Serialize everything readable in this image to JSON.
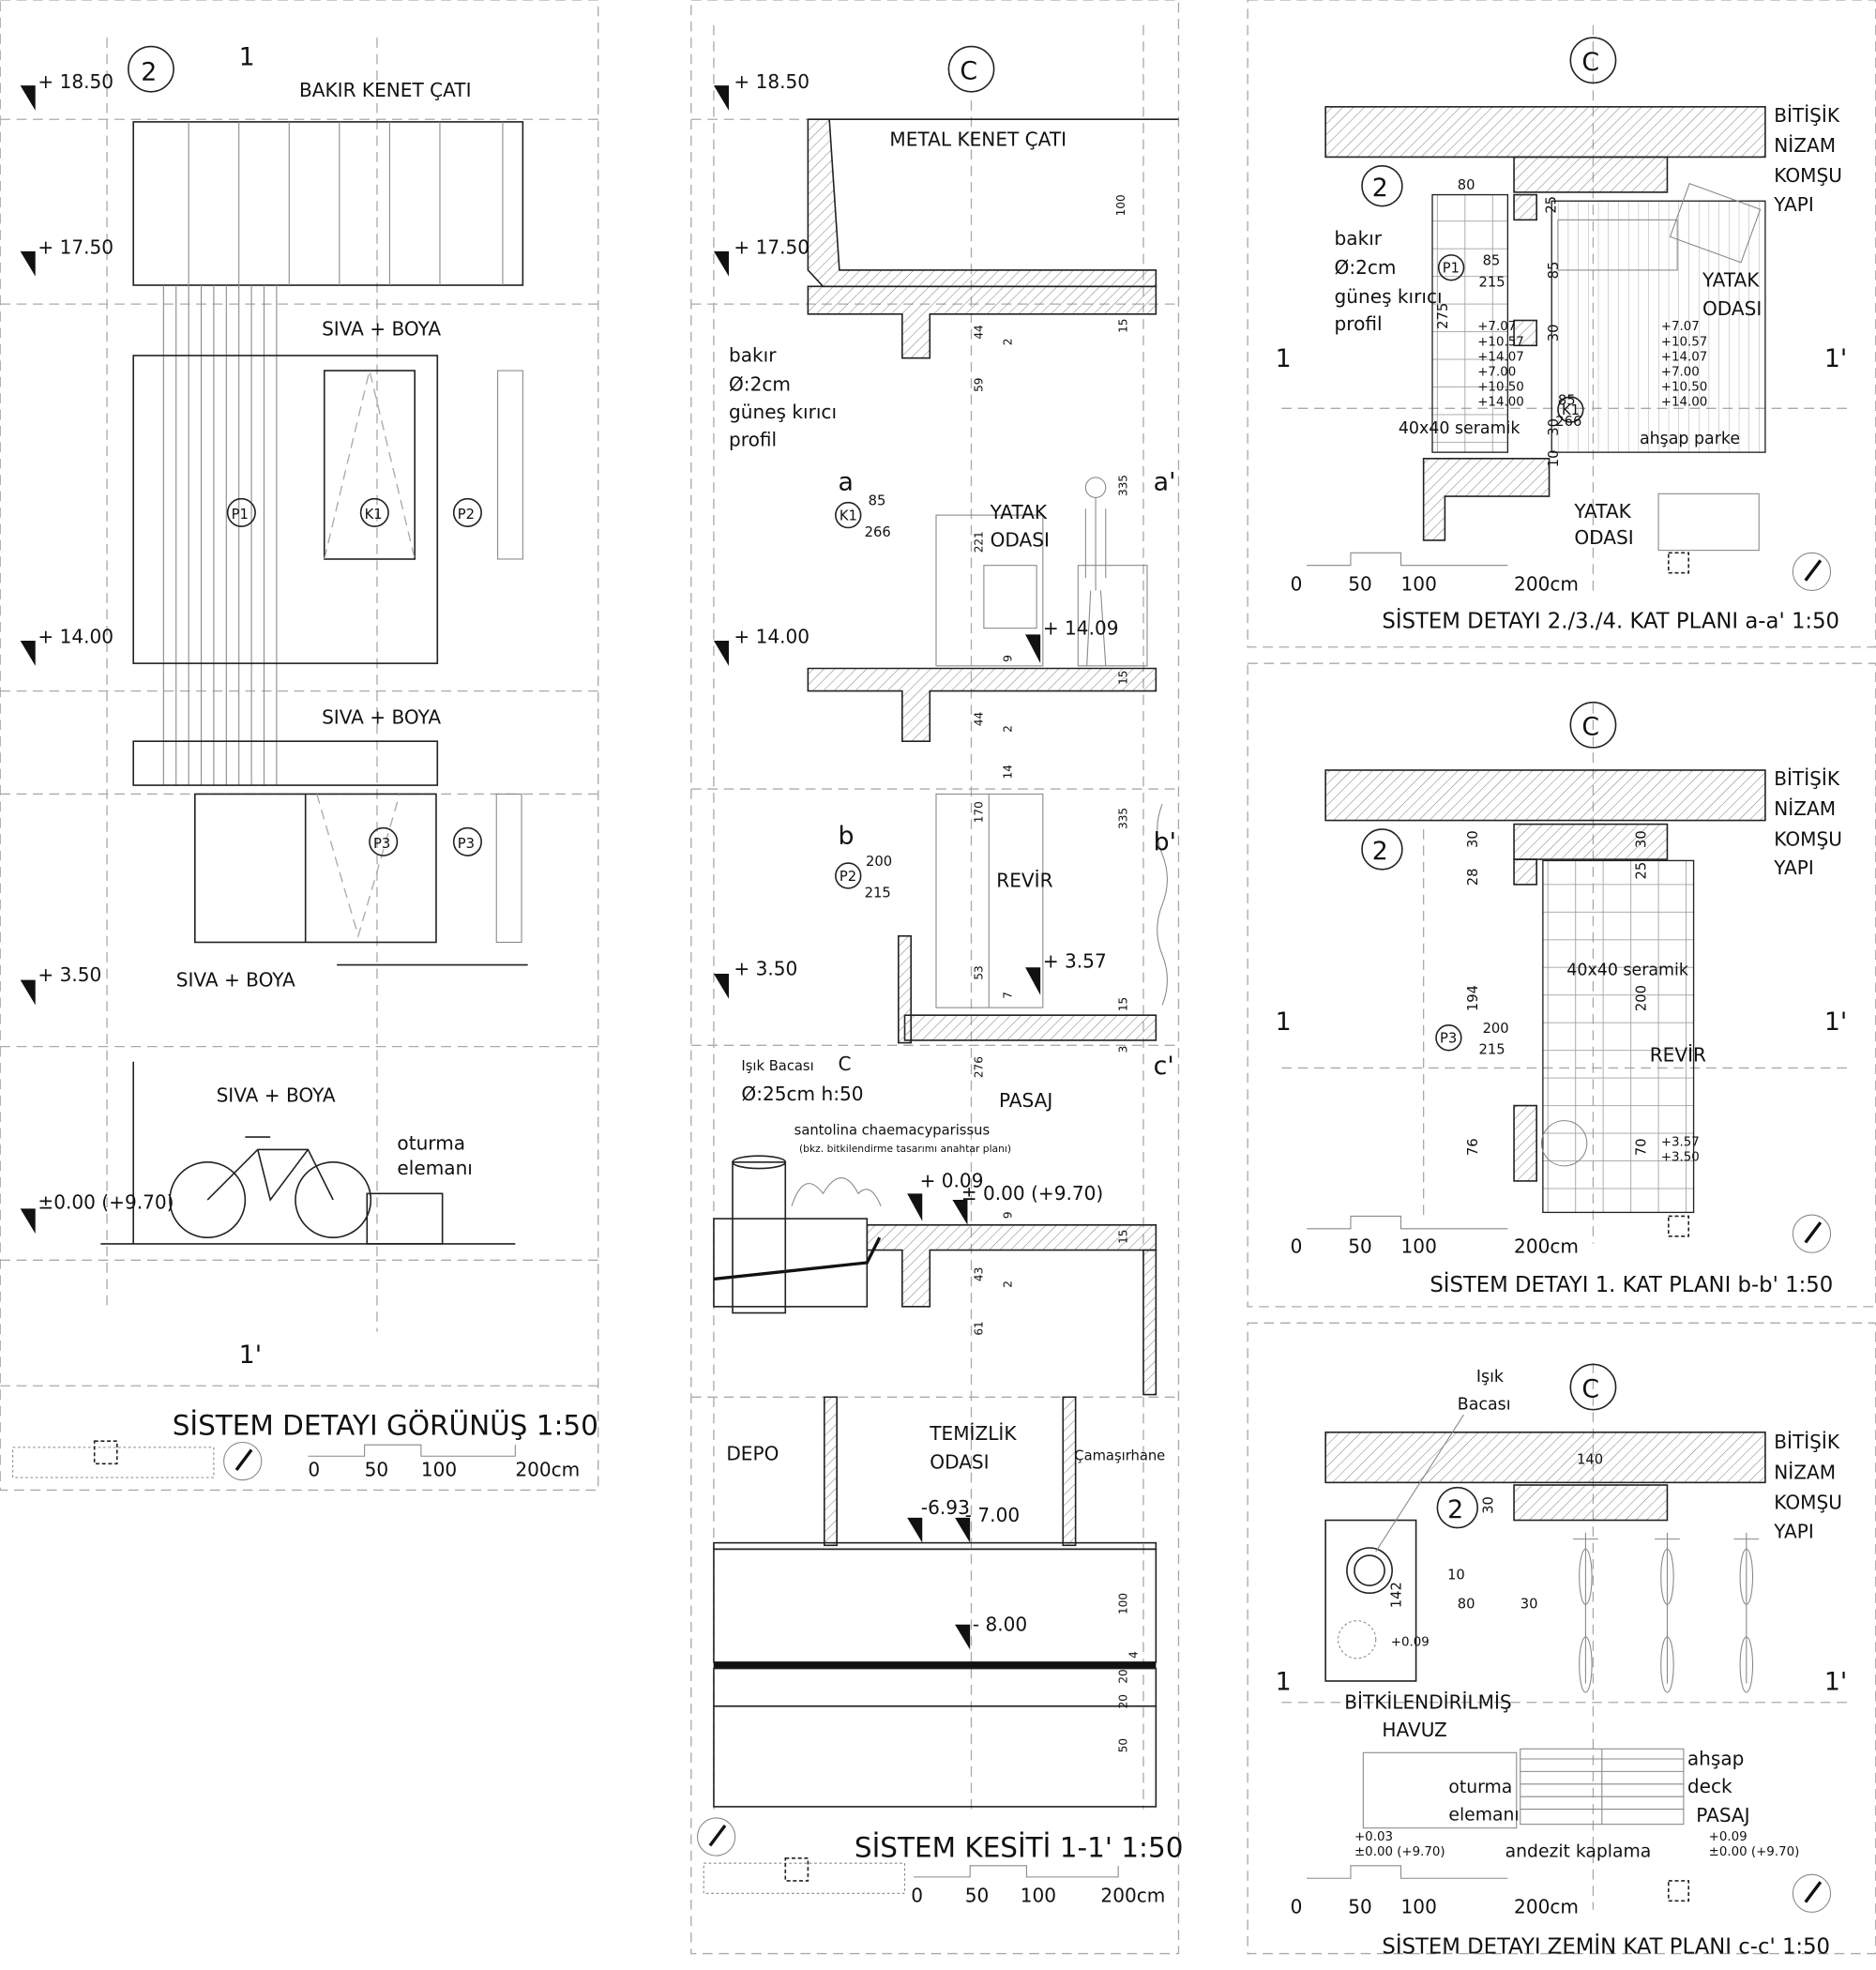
{
  "elevation": {
    "title": "SİSTEM DETAYI GÖRÜNÜŞ 1:50",
    "axis_top_2": "2",
    "axis_top_1": "1",
    "axis_bottom": "1'",
    "levels": [
      "+ 18.50",
      "+ 17.50",
      "+ 14.00",
      "+ 3.50",
      "±0.00 (+9.70)"
    ],
    "labels": {
      "roof": "BAKIR KENET ÇATI",
      "plaster1": "SIVA + BOYA",
      "plaster2": "SIVA + BOYA",
      "plaster3": "SIVA + BOYA",
      "plaster4": "SIVA + BOYA",
      "seat": "oturma",
      "seat2": "elemanı",
      "p1": "P1",
      "k1": "K1",
      "p2": "P2",
      "p3a": "P3",
      "p3b": "P3"
    },
    "scale": [
      "0",
      "50",
      "100",
      "200cm"
    ]
  },
  "section": {
    "title": "SİSTEM KESİTİ 1-1' 1:50",
    "axis": "C",
    "levels": [
      "+ 18.50",
      "+ 17.50",
      "+ 14.00",
      "+ 3.50"
    ],
    "labels": {
      "roof": "METAL KENET ÇATI",
      "brise1": "bakır",
      "brise2": "Ø:2cm",
      "brise3": "güneş kırıcı",
      "brise4": "profil",
      "bedroom1": "YATAK",
      "bedroom2": "ODASI",
      "infirmary": "REVİR",
      "lightwell1": "Işık Bacası",
      "lightwell_c": "C",
      "lightwell2": "Ø:25cm h:50",
      "passage": "PASAJ",
      "plant": "santolina chaemacyparissus",
      "plant_note": "(bkz. bitkilendirme tasarımı anahtar planı)",
      "depot": "DEPO",
      "cleaning1": "TEMİZLİK",
      "cleaning2": "ODASI",
      "laundry": "Çamaşırhane",
      "a": "a",
      "a2": "a'",
      "b": "b",
      "b2": "b'",
      "c2": "c'",
      "k1": "K1",
      "k1_w": "85",
      "k1_h": "266",
      "p2": "P2",
      "p2_w": "200",
      "p2_h": "215"
    },
    "spot_levels": [
      "+ 14.09",
      "+ 3.57",
      "+ 0.09",
      "± 0.00 (+9.70)",
      "-6.93",
      "- 7.00",
      "- 8.00"
    ],
    "dims": [
      "100",
      "44",
      "2",
      "15",
      "59",
      "335",
      "221",
      "9",
      "15",
      "44",
      "2",
      "14",
      "170",
      "335",
      "53",
      "7",
      "15",
      "276",
      "3",
      "9",
      "15",
      "43",
      "2",
      "61",
      "100",
      "4",
      "20",
      "20",
      "50"
    ],
    "scale": [
      "0",
      "50",
      "100",
      "200cm"
    ]
  },
  "plan1": {
    "title": "SİSTEM DETAYI 2./3./4. KAT PLANI a-a' 1:50",
    "axis_c": "C",
    "axis_2": "2",
    "axis_1": "1",
    "axis_1p": "1'",
    "neighbor": [
      "BİTİŞİK",
      "NİZAM",
      "KOMŞU",
      "YAPI"
    ],
    "brise": [
      "bakır",
      "Ø:2cm",
      "güneş kırıcı",
      "profil"
    ],
    "room1": "YATAK",
    "room2": "ODASI",
    "room_b1": "YATAK",
    "room_b2": "ODASI",
    "floor1": "40x40 seramik",
    "floor2": "ahşap parke",
    "p1": "P1",
    "p1_w": "85",
    "p1_h": "215",
    "k1": "K1",
    "k1_w": "85",
    "k1_h": "266",
    "levels": [
      "+7.07",
      "+10.57",
      "+14.07",
      "+7.00",
      "+10.50",
      "+14.00"
    ],
    "dims": [
      "80",
      "25",
      "85",
      "275",
      "30",
      "30",
      "10"
    ],
    "scale": [
      "0",
      "50",
      "100",
      "200cm"
    ]
  },
  "plan2": {
    "title": "SİSTEM DETAYI 1. KAT PLANI  b-b' 1:50",
    "axis_c": "C",
    "axis_2": "2",
    "axis_1": "1",
    "axis_1p": "1'",
    "neighbor": [
      "BİTİŞİK",
      "NİZAM",
      "KOMŞU",
      "YAPI"
    ],
    "floor": "40x40 seramik",
    "room": "REVİR",
    "p3": "P3",
    "p3_w": "200",
    "p3_h": "215",
    "levels": [
      "+3.57",
      "+3.50"
    ],
    "dims": [
      "30",
      "28",
      "25",
      "30",
      "194",
      "200",
      "76",
      "70"
    ],
    "scale": [
      "0",
      "50",
      "100",
      "200cm"
    ]
  },
  "plan3": {
    "title": "SİSTEM DETAYI ZEMİN KAT PLANI c-c' 1:50",
    "axis_c": "C",
    "axis_2": "2",
    "axis_1": "1",
    "axis_1p": "1'",
    "neighbor": [
      "BİTİŞİK",
      "NİZAM",
      "KOMŞU",
      "YAPI"
    ],
    "lightwell": [
      "Işık",
      "Bacası"
    ],
    "pool": [
      "BİTKİLENDİRİLMİŞ",
      "HAVUZ"
    ],
    "seat": [
      "oturma",
      "elemanı"
    ],
    "deck": [
      "ahşap",
      "deck"
    ],
    "passage": "PASAJ",
    "paving": "andezit kaplama",
    "levels_a": [
      "+0.03",
      "±0.00 (+9.70)"
    ],
    "levels_b": [
      "+0.09",
      "±0.00 (+9.70)"
    ],
    "level_pool": "+0.09",
    "dims": [
      "140",
      "30",
      "10",
      "80",
      "30",
      "142"
    ],
    "scale": [
      "0",
      "50",
      "100",
      "200cm"
    ]
  }
}
